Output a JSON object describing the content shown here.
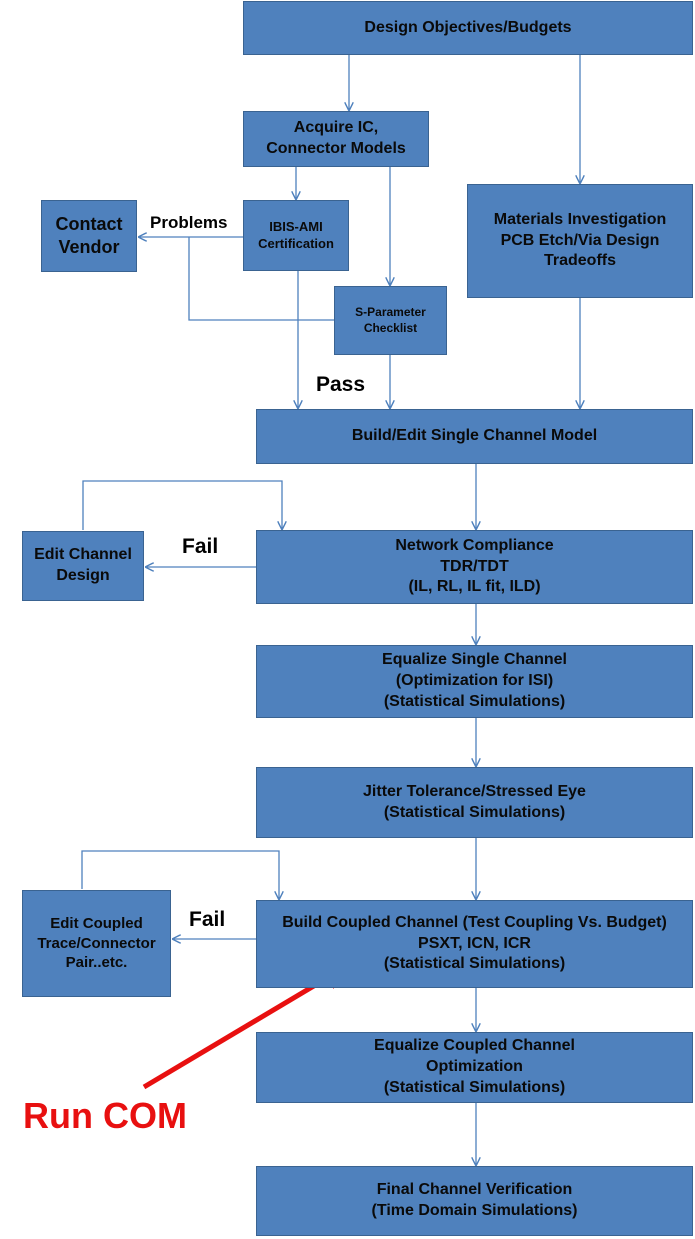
{
  "nodes": {
    "design_objectives": [
      "Design Objectives/Budgets"
    ],
    "acquire_ic": [
      "Acquire IC,",
      "Connector Models"
    ],
    "contact_vendor": [
      "Contact",
      "Vendor"
    ],
    "ibis_ami": [
      "IBIS-AMI",
      "Certification"
    ],
    "materials": [
      "Materials Investigation",
      "PCB Etch/Via Design",
      "Tradeoffs"
    ],
    "sparam": [
      "S-Parameter",
      "Checklist"
    ],
    "build_single": [
      "Build/Edit Single Channel Model"
    ],
    "edit_channel": [
      "Edit Channel",
      "Design"
    ],
    "network_compliance": [
      "Network Compliance",
      "TDR/TDT",
      "(IL, RL, IL fit, ILD)"
    ],
    "equalize_single": [
      "Equalize Single Channel",
      "(Optimization for ISI)",
      "(Statistical Simulations)"
    ],
    "jitter": [
      "Jitter Tolerance/Stressed Eye",
      "(Statistical Simulations)"
    ],
    "edit_coupled": [
      "Edit Coupled",
      "Trace/Connector",
      "Pair..etc."
    ],
    "build_coupled": [
      "Build Coupled Channel  (Test Coupling Vs. Budget)",
      "PSXT, ICN, ICR",
      "(Statistical Simulations)"
    ],
    "equalize_coupled": [
      "Equalize Coupled Channel",
      "Optimization",
      "(Statistical Simulations)"
    ],
    "final": [
      "Final Channel Verification",
      "(Time Domain  Simulations)"
    ]
  },
  "labels": {
    "problems": "Problems",
    "pass": "Pass",
    "fail_1": "Fail",
    "fail_2": "Fail",
    "run_com": "Run COM"
  },
  "colors": {
    "box_fill": "#4f81bd",
    "box_border": "#3a6391",
    "connector": "#4f81bd",
    "annotation": "#e81010"
  }
}
